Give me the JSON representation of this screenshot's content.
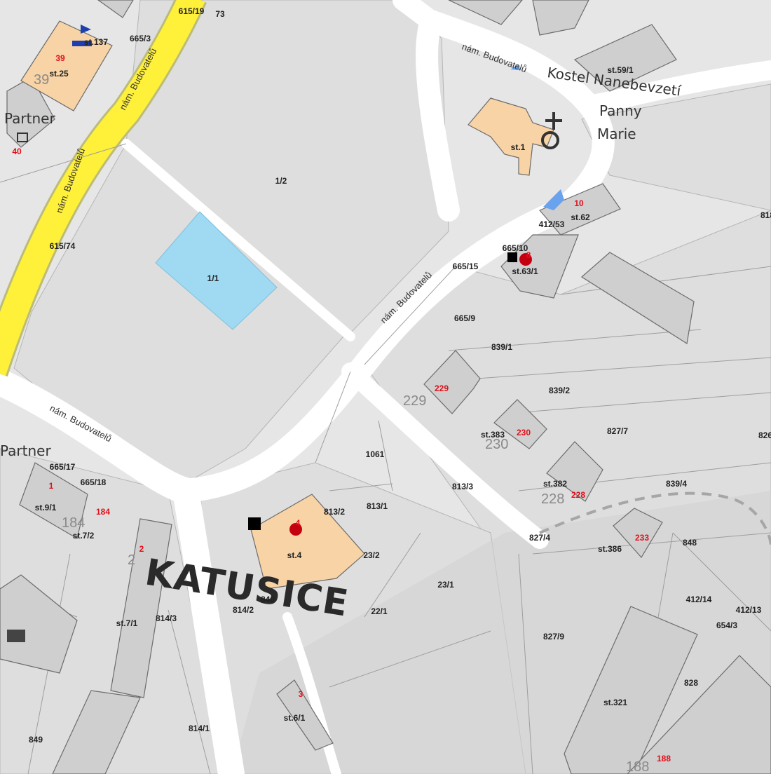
{
  "place_name": "KATUSICE",
  "poi": {
    "church_line1": "Kostel Nanebevzetí",
    "church_line2": "Panny",
    "church_line3": "Marie",
    "partner_top": "Partner",
    "partner_bottom": "Partner"
  },
  "streets": {
    "budovatelu": "nám. Budovatelů"
  },
  "parcels": {
    "p615_19": "615/19",
    "p73": "73",
    "st137": "st.137",
    "p665_3": "665/3",
    "st25": "st.25",
    "st59_1": "st.59/1",
    "st1": "st.1",
    "p1_2": "1/2",
    "p818": "818",
    "st62": "st.62",
    "p412_53": "412/53",
    "p665_10": "665/10",
    "st63_1": "st.63/1",
    "p615_74": "615/74",
    "p665_15": "665/15",
    "p1_1": "1/1",
    "p665_9": "665/9",
    "p839_1": "839/1",
    "p839_2": "839/2",
    "st383": "st.383",
    "p827_7": "827/7",
    "p826": "826",
    "p665_17": "665/17",
    "p665_18": "665/18",
    "p1061": "1061",
    "p813_3": "813/3",
    "st382": "st.382",
    "p839_4": "839/4",
    "st9_1": "st.9/1",
    "p813_1": "813/1",
    "p813_2": "813/2",
    "st7_2": "st.7/2",
    "p827_4": "827/4",
    "st386": "st.386",
    "p848": "848",
    "st4": "st.4",
    "p23_2": "23/2",
    "p23_1": "23/1",
    "p840": "840",
    "p814_2": "814/2",
    "p22_1": "22/1",
    "p412_14": "412/14",
    "p412_13": "412/13",
    "p654_3": "654/3",
    "st7_1": "st.7/1",
    "p814_3": "814/3",
    "p827_9": "827/9",
    "p828": "828",
    "st321": "st.321",
    "st6_1": "st.6/1",
    "p814_1": "814/1",
    "p849": "849"
  },
  "house_numbers": {
    "h39": "39",
    "h40": "40",
    "h10": "10",
    "h8": "8",
    "h229": "229",
    "h230": "230",
    "h228": "228",
    "h1": "1",
    "h184": "184",
    "h2": "2",
    "h4": "4",
    "h233": "233",
    "h3": "3",
    "h188": "188"
  },
  "ghost_numbers": {
    "g39": "39",
    "g229": "229",
    "g230": "230",
    "g228": "228",
    "g184": "184",
    "g2": "2",
    "g188": "188"
  },
  "colors": {
    "background": "#e6e6e6",
    "block": "#dedede",
    "road": "#ffffff",
    "main_road": "#fff03a",
    "building": "#cfcfcf",
    "building_highlight": "#f7d3a5",
    "water": "#9fd9f2",
    "house_number": "#e0101a"
  }
}
